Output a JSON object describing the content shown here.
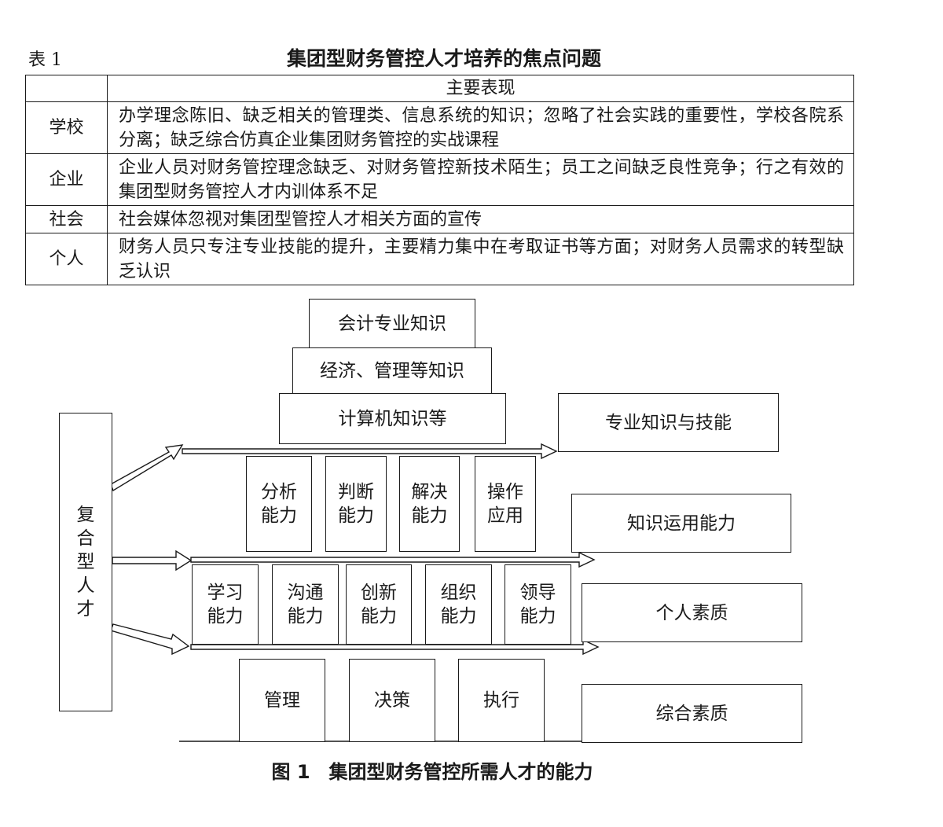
{
  "table": {
    "label": "表 1",
    "title": "集团型财务管控人才培养的焦点问题",
    "header": "主要表现",
    "rows": [
      {
        "category": "学校",
        "text": "办学理念陈旧、缺乏相关的管理类、信息系统的知识；忽略了社会实践的重要性，学校各院系分离；缺乏综合仿真企业集团财务管控的实战课程"
      },
      {
        "category": "企业",
        "text": "企业人员对财务管控理念缺乏、对财务管控新技术陌生；员工之间缺乏良性竞争；行之有效的集团型财务管控人才内训体系不足"
      },
      {
        "category": "社会",
        "text": "社会媒体忽视对集团型管控人才相关方面的宣传"
      },
      {
        "category": "个人",
        "text": "财务人员只专注专业技能的提升，主要精力集中在考取证书等方面；对财务人员需求的转型缺乏认识"
      }
    ]
  },
  "figure": {
    "vertical_label": [
      "复",
      "合",
      "型",
      "人",
      "才"
    ],
    "knowledge": [
      "会计专业知识",
      "经济、管理等知识",
      "计算机知识等"
    ],
    "application": [
      {
        "line1": "分析",
        "line2": "能力"
      },
      {
        "line1": "判断",
        "line2": "能力"
      },
      {
        "line1": "解决",
        "line2": "能力"
      },
      {
        "line1": "操作",
        "line2": "应用"
      }
    ],
    "personal": [
      {
        "line1": "学习",
        "line2": "能力"
      },
      {
        "line1": "沟通",
        "line2": "能力"
      },
      {
        "line1": "创新",
        "line2": "能力"
      },
      {
        "line1": "组织",
        "line2": "能力"
      },
      {
        "line1": "领导",
        "line2": "能力"
      }
    ],
    "comprehensive": [
      "管理",
      "决策",
      "执行"
    ],
    "categories": [
      "专业知识与技能",
      "知识运用能力",
      "个人素质",
      "综合素质"
    ],
    "caption": "图 1　集团型财务管控所需人才的能力"
  }
}
